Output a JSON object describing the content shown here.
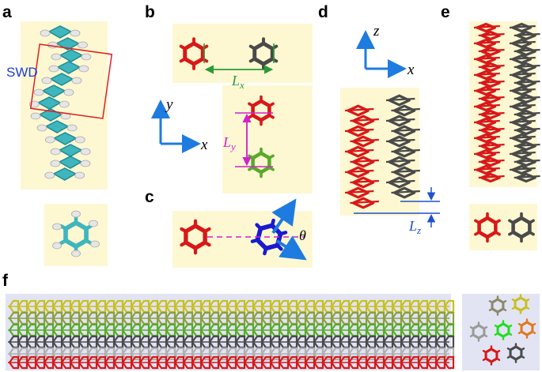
{
  "panels": {
    "a": "a",
    "b": "b",
    "c": "c",
    "d": "d",
    "e": "e",
    "f": "f"
  },
  "labels": {
    "swd": "SWD",
    "lx_main": "L",
    "lx_sub": "x",
    "ly_main": "L",
    "ly_sub": "y",
    "lz_main": "L",
    "lz_sub": "z",
    "theta": "θ"
  },
  "axes": {
    "b_x": "x",
    "b_y": "y",
    "d_x": "x",
    "d_z": "z"
  },
  "colors": {
    "panel_bg": "#fdf8d2",
    "panel_f_bg": "#e2e4f4",
    "teal": "#3fb6bd",
    "hydrogen": "#e6e6e6",
    "red": "#d81818",
    "gray": "#4a4a4a",
    "green": "#5aaa2a",
    "blue": "#1a1ad0",
    "yellow": "#c8c020",
    "orange": "#e07820",
    "light_gray": "#9a9a9a",
    "bright_green": "#22dd22",
    "axis_arrow": "#1e7be0",
    "lx_color": "#2a9a3a",
    "ly_color": "#d020d0",
    "lz_color": "#1e4fd0",
    "swd_color": "#1a3fd0",
    "box_color": "#e02020"
  }
}
